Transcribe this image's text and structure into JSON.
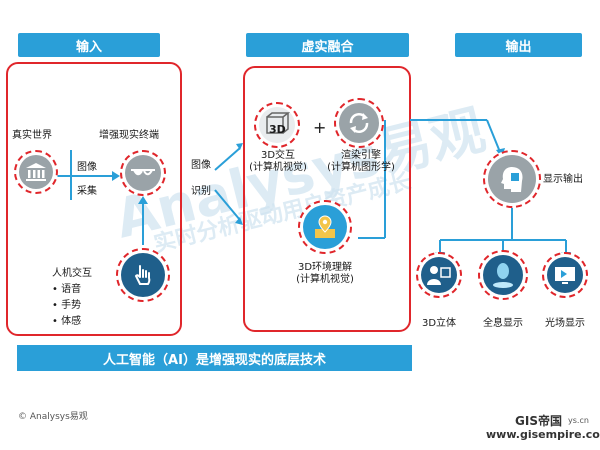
{
  "headers": {
    "input": "输入",
    "fusion": "虚实融合",
    "output": "输出"
  },
  "input_panel": {
    "real_world": "真实世界",
    "ar_terminal": "增强现实终端",
    "image_label": "图像",
    "collect_label": "采集",
    "hci_title": "人机交互",
    "hci_items": [
      "语音",
      "手势",
      "体感"
    ]
  },
  "image_recognition": {
    "line1": "图像",
    "line2": "识别"
  },
  "fusion_panel": {
    "interaction_3d_line1": "3D交互",
    "interaction_3d_line2": "(计算机视觉)",
    "render_engine_line1": "渲染引擎",
    "render_engine_line2": "(计算机图形学)",
    "env_understanding_line1": "3D环境理解",
    "env_understanding_line2": "(计算机视觉)",
    "plus": "+",
    "badge_3d": "3D"
  },
  "output_panel": {
    "display_output": "显示输出",
    "stereo": "3D立体",
    "hologram": "全息显示",
    "light_field": "光场显示"
  },
  "banner": "人工智能（AI）是增强现实的底层技术",
  "footer": {
    "copyright": "© Analysys易观",
    "gis_logo": "GIS帝国",
    "gis_url": "www.gisempire.com",
    "gis_small": "ys.cn"
  },
  "watermark": {
    "big": "Analysys易观",
    "small": "实时分析驱动用户资产成长"
  },
  "colors": {
    "accent_blue": "#2a9fd8",
    "frame_red": "#e0262b",
    "icon_gray": "#9aa3a8",
    "dark_blue": "#1f5f8b"
  }
}
